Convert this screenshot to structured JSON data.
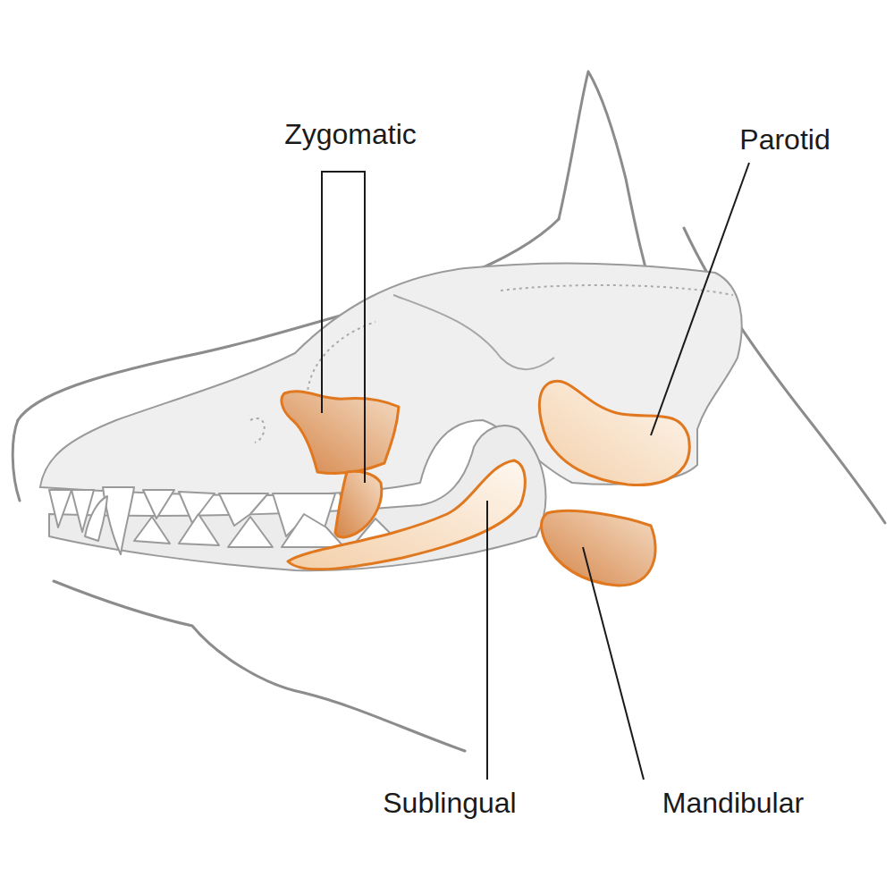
{
  "diagram": {
    "labels": [
      "Zygomatic",
      "Parotid",
      "Sublingual",
      "Mandibular"
    ]
  }
}
